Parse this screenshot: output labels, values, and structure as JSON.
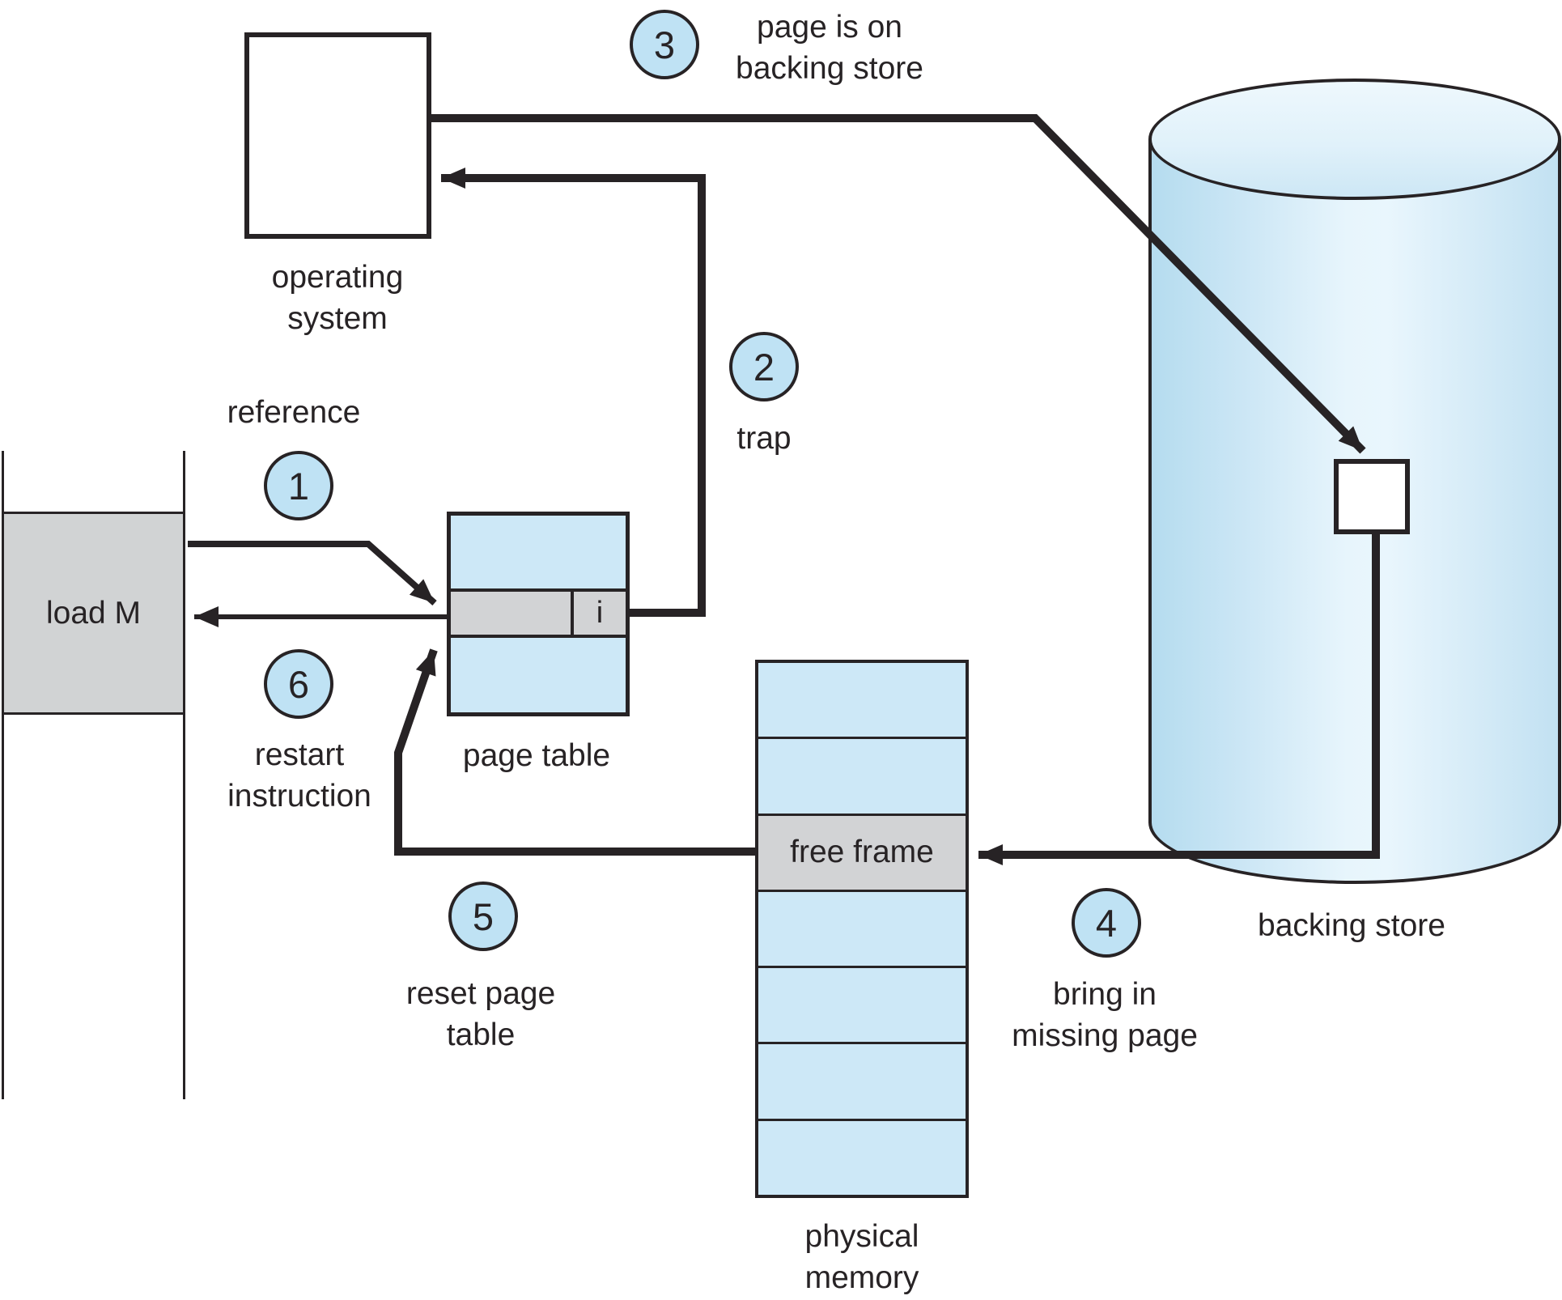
{
  "nodes": {
    "operating_system": {
      "line1": "operating",
      "line2": "system"
    },
    "load_m": {
      "label": "load M"
    },
    "page_table": {
      "label": "page table",
      "invalid_flag": "i"
    },
    "physical_memory": {
      "line1": "physical",
      "line2": "memory",
      "free_frame_label": "free frame",
      "row_count": 7,
      "gray_row_index": 2
    },
    "backing_store": {
      "label": "backing store"
    }
  },
  "steps": [
    {
      "num": "1",
      "line1": "reference",
      "line2": ""
    },
    {
      "num": "2",
      "line1": "trap",
      "line2": ""
    },
    {
      "num": "3",
      "line1": "page is on",
      "line2": "backing store"
    },
    {
      "num": "4",
      "line1": "bring in",
      "line2": "missing page"
    },
    {
      "num": "5",
      "line1": "reset page",
      "line2": "table"
    },
    {
      "num": "6",
      "line1": "restart",
      "line2": "instruction"
    }
  ],
  "colors": {
    "box_blue": "#cde8f7",
    "circle_blue": "#bfe2f4",
    "gray": "#d2d3d5",
    "line_black": "#272325",
    "white": "#ffffff"
  }
}
